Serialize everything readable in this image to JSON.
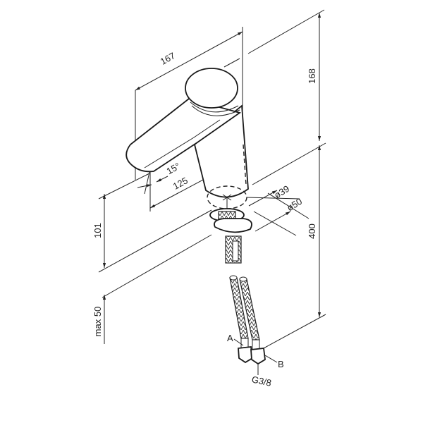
{
  "title": "Faucet dimension drawing",
  "dimensions": {
    "spout_length": "167",
    "spout_height": "168",
    "spout_angle": "15°",
    "spout_reach": "125",
    "inner_diameter": "ø39",
    "base_diameter": "ø50",
    "body_height": "101",
    "hose_length": "400",
    "deck_thickness": "max 50"
  },
  "labels": {
    "hose_a": "A",
    "hose_b": "B",
    "thread": "G3/8"
  }
}
